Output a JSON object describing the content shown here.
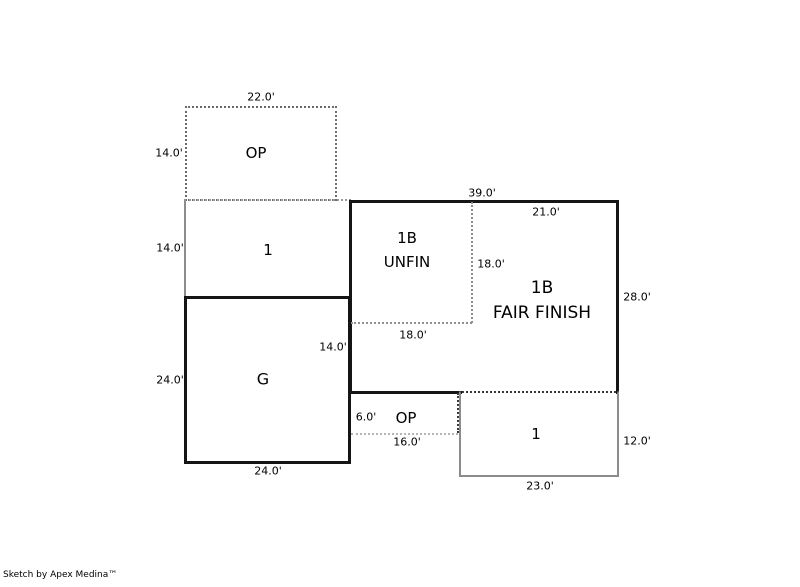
{
  "footer": {
    "credit": "Sketch by Apex Medina™"
  },
  "regions": {
    "op_upper": {
      "label": "OP",
      "width_ft": "22.0'",
      "height_ft": "14.0'"
    },
    "one_upper": {
      "label": "1",
      "height_ft": "14.0'"
    },
    "unfin": {
      "name_line1": "1B",
      "name_line2": "UNFIN",
      "width_top_ft": "39.0'",
      "height_ft": "18.0'",
      "width_bottom_ft": "18.0'"
    },
    "fair_finish": {
      "name_line1": "1B",
      "name_line2": "FAIR FINISH",
      "width_top_ft": "21.0'",
      "height_ft": "28.0'"
    },
    "garage": {
      "label": "G",
      "left_height_ft": "24.0'",
      "right_height_ft": "14.0'",
      "width_ft": "24.0'"
    },
    "op_lower": {
      "label": "OP",
      "height_ft": "6.0'",
      "width_ft": "16.0'"
    },
    "one_lower": {
      "label": "1",
      "height_ft": "12.0'",
      "width_ft": "23.0'"
    }
  }
}
